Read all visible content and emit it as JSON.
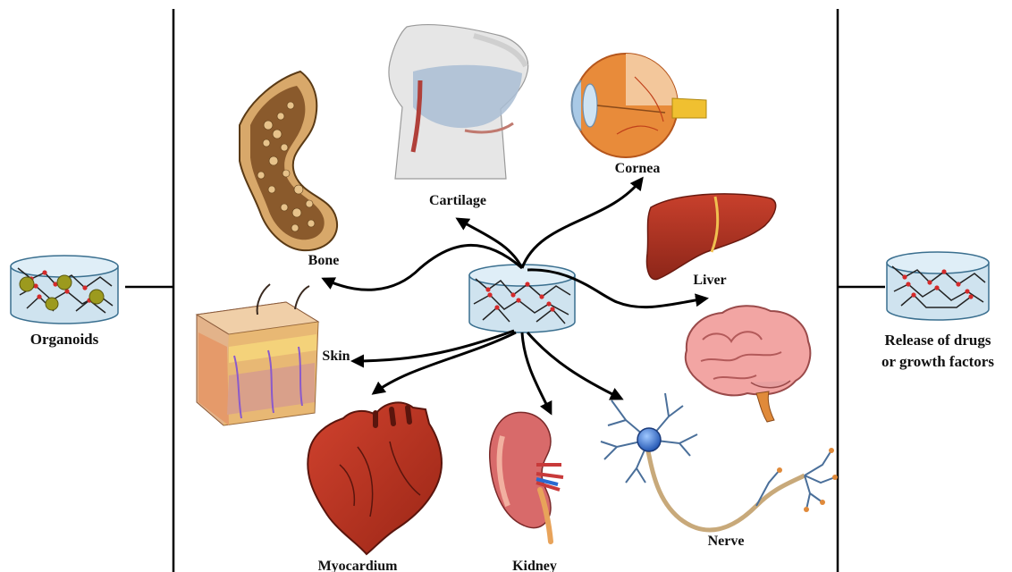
{
  "labels": {
    "organoids": "Organoids",
    "release_line1": "Release of drugs",
    "release_line2": "or growth factors",
    "bone": "Bone",
    "cartilage": "Cartilage",
    "cornea": "Cornea",
    "liver": "Liver",
    "skin": "Skin",
    "myocardium": "Myocardium",
    "kidney": "Kidney",
    "nerve": "Nerve"
  },
  "colors": {
    "hydrogel_fill": "#cfe3ef",
    "hydrogel_stroke": "#3a6f8f",
    "crosslink_node": "#d42a2a",
    "polymer_strand": "#222222",
    "cell": "#9c9a1e",
    "arrow": "#000000",
    "divider": "#000000"
  }
}
